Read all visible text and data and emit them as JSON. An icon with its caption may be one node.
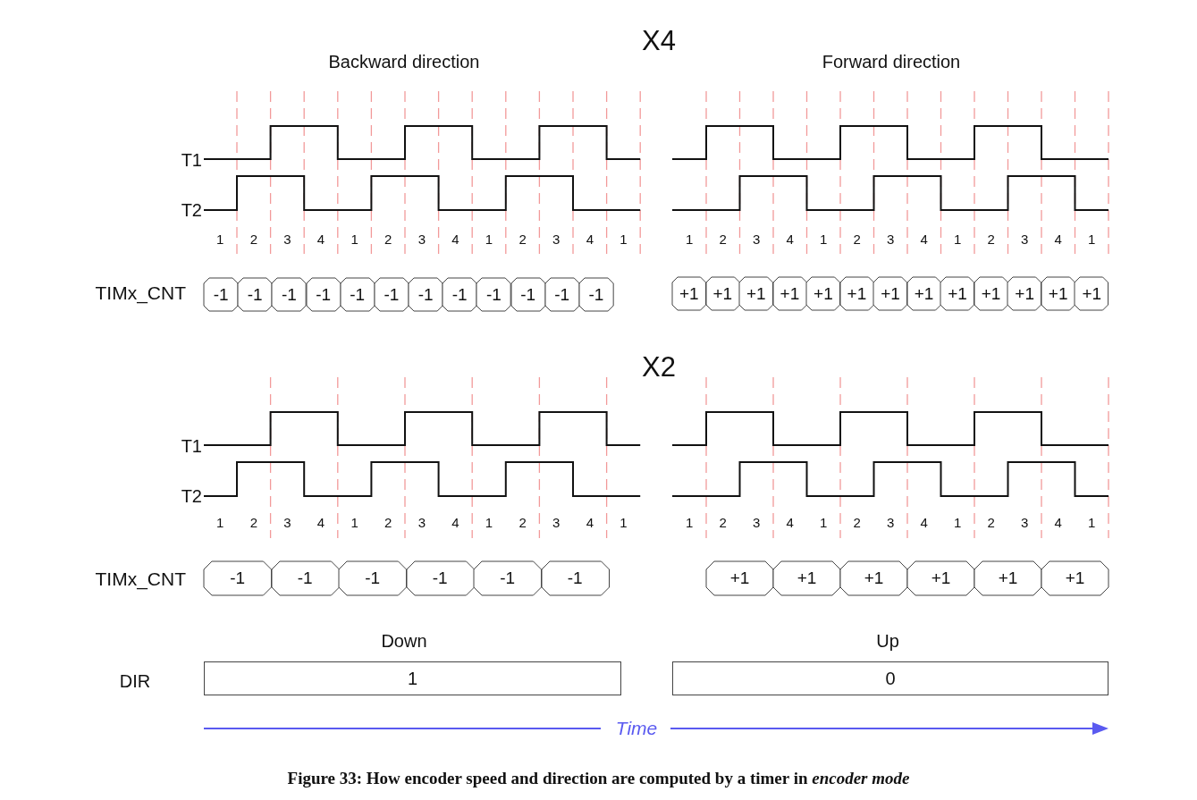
{
  "diagram": {
    "caption": "Figure 33: How encoder speed and direction are computed by a timer in *encoder mode*",
    "nodes": [
      {
        "text": [
          "-1"
        ]
      },
      {
        "text": [
          "-1"
        ]
      },
      {
        "text": [
          "-1"
        ]
      },
      {
        "text": [
          "-1"
        ]
      },
      {
        "text": [
          "-1"
        ]
      },
      {
        "text": [
          "-1"
        ]
      },
      {
        "text": [
          "-1"
        ]
      },
      {
        "text": [
          "-1"
        ]
      },
      {
        "text": [
          "-1"
        ]
      },
      {
        "text": [
          "-1"
        ]
      },
      {
        "text": [
          "-1"
        ]
      },
      {
        "text": [
          "-1"
        ]
      },
      {
        "text": [
          "+1"
        ]
      },
      {
        "text": [
          "+1"
        ]
      },
      {
        "text": [
          "+1"
        ]
      },
      {
        "text": [
          "+1"
        ]
      },
      {
        "text": [
          "+1"
        ]
      },
      {
        "text": [
          "+1"
        ]
      },
      {
        "text": [
          "+1"
        ]
      },
      {
        "text": [
          "+1"
        ]
      },
      {
        "text": [
          "+1"
        ]
      },
      {
        "text": [
          "+1"
        ]
      },
      {
        "text": [
          "+1"
        ]
      },
      {
        "text": [
          "+1"
        ]
      },
      {
        "text": [
          "+1"
        ]
      },
      {
        "text": [
          "-1"
        ]
      },
      {
        "text": [
          "-1"
        ]
      },
      {
        "text": [
          "-1"
        ]
      },
      {
        "text": [
          "-1"
        ]
      },
      {
        "text": [
          "-1"
        ]
      },
      {
        "text": [
          "-1"
        ]
      },
      {
        "text": [
          "+1"
        ]
      },
      {
        "text": [
          "+1"
        ]
      },
      {
        "text": [
          "+1"
        ]
      },
      {
        "text": [
          "+1"
        ]
      },
      {
        "text": [
          "+1"
        ]
      },
      {
        "text": [
          "+1"
        ]
      },
      {
        "text": [
          "1"
        ]
      },
      {
        "text": [
          "0"
        ]
      }
    ],
    "edges": [],
    "labels": [
      "X4",
      "Backward direction",
      "Forward direction",
      "T1",
      "T2",
      "1",
      "2",
      "3",
      "4",
      "1",
      "2",
      "3",
      "4",
      "1",
      "2",
      "3",
      "4",
      "1",
      "1",
      "2",
      "3",
      "4",
      "1",
      "2",
      "3",
      "4",
      "1",
      "2",
      "3",
      "4",
      "1",
      "TIMx_CNT",
      "X2",
      "T1",
      "T2",
      "1",
      "2",
      "3",
      "4",
      "1",
      "2",
      "3",
      "4",
      "1",
      "2",
      "3",
      "4",
      "1",
      "1",
      "2",
      "3",
      "4",
      "1",
      "2",
      "3",
      "4",
      "1",
      "2",
      "3",
      "4",
      "1",
      "TIMx_CNT",
      "Down",
      "Up",
      "DIR",
      "Time"
    ]
  }
}
